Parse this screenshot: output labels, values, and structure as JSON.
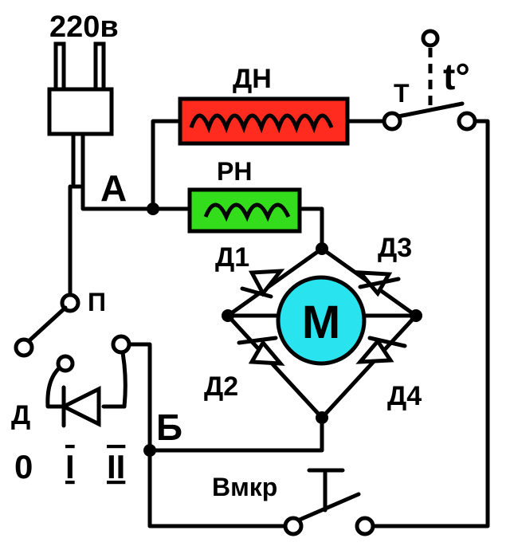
{
  "labels": {
    "voltage": "220в",
    "heater_main": "ДН",
    "heater_reg": "РН",
    "thermostat": "Т",
    "temp_symbol": "t°",
    "node_a": "А",
    "node_b": "Б",
    "switch_p": "П",
    "diode": "Д",
    "pos_0": "0",
    "pos_1": "I",
    "pos_2": "II",
    "d1": "Д1",
    "d2": "Д2",
    "d3": "Д3",
    "d4": "Д4",
    "motor": "М",
    "microswitch": "Вмкр"
  },
  "colors": {
    "heater_main_fill": "#ff2b1f",
    "heater_reg_fill": "#33dd1c",
    "motor_fill": "#29e3ee",
    "wire": "#000000"
  }
}
